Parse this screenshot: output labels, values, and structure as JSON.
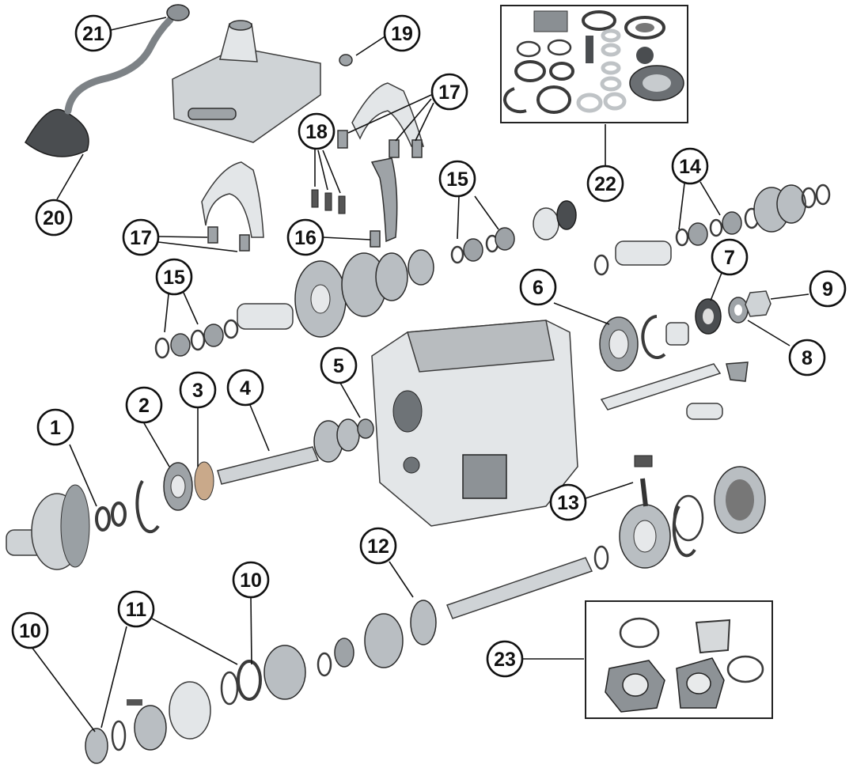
{
  "diagram": {
    "callouts": [
      {
        "id": "c1",
        "label": "1"
      },
      {
        "id": "c2",
        "label": "2"
      },
      {
        "id": "c3",
        "label": "3"
      },
      {
        "id": "c4",
        "label": "4"
      },
      {
        "id": "c5",
        "label": "5"
      },
      {
        "id": "c6",
        "label": "6"
      },
      {
        "id": "c7",
        "label": "7"
      },
      {
        "id": "c8",
        "label": "8"
      },
      {
        "id": "c9",
        "label": "9"
      },
      {
        "id": "c10a",
        "label": "10"
      },
      {
        "id": "c10b",
        "label": "10"
      },
      {
        "id": "c11",
        "label": "11"
      },
      {
        "id": "c12",
        "label": "12"
      },
      {
        "id": "c13",
        "label": "13"
      },
      {
        "id": "c14",
        "label": "14"
      },
      {
        "id": "c15a",
        "label": "15"
      },
      {
        "id": "c15b",
        "label": "15"
      },
      {
        "id": "c16",
        "label": "16"
      },
      {
        "id": "c17a",
        "label": "17"
      },
      {
        "id": "c17b",
        "label": "17"
      },
      {
        "id": "c18",
        "label": "18"
      },
      {
        "id": "c19",
        "label": "19"
      },
      {
        "id": "c20",
        "label": "20"
      },
      {
        "id": "c21",
        "label": "21"
      },
      {
        "id": "c22",
        "label": "22"
      },
      {
        "id": "c23",
        "label": "23"
      }
    ]
  }
}
